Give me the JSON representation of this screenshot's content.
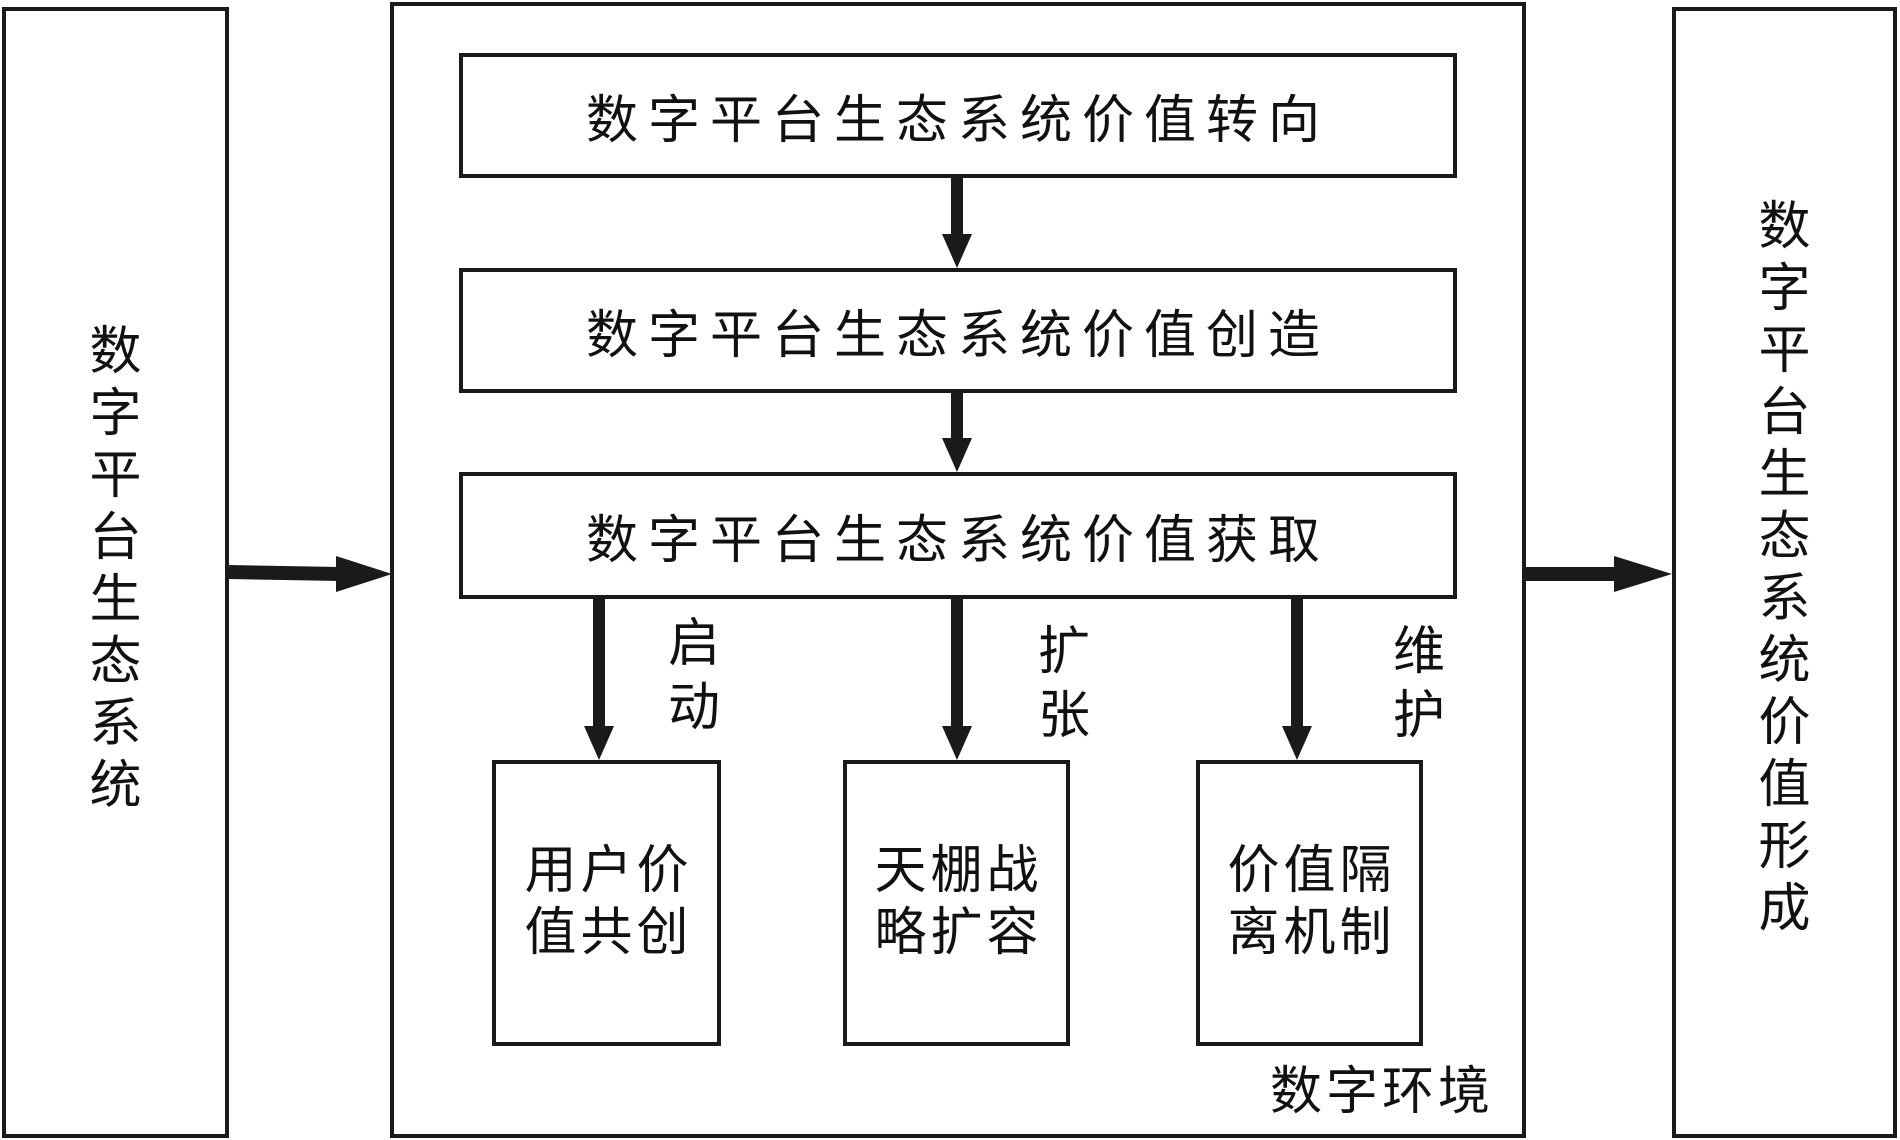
{
  "left_box": {
    "label": "数字平台生态系统"
  },
  "right_box": {
    "label": "数字平台生态系统价值形成"
  },
  "environment": {
    "label": "数字环境"
  },
  "flow": [
    {
      "label": "数字平台生态系统价值转向"
    },
    {
      "label": "数字平台生态系统价值创造"
    },
    {
      "label": "数字平台生态系统价值获取"
    }
  ],
  "branches": [
    {
      "edge_label": "启动",
      "box_label": "用户价值共创"
    },
    {
      "edge_label": "扩张",
      "box_label": "天棚战略扩容"
    },
    {
      "edge_label": "维护",
      "box_label": "价值隔离机制"
    }
  ],
  "colors": {
    "stroke": "#1a1a1a",
    "background": "#ffffff"
  }
}
